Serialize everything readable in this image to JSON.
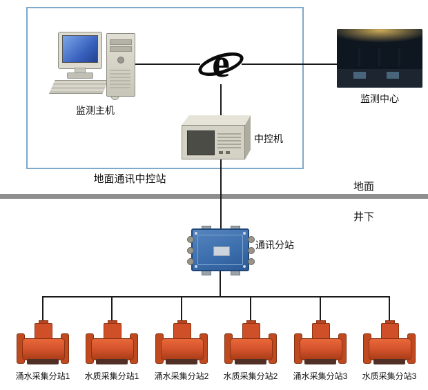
{
  "diagram": {
    "surface_station_label": "地面通讯中控站",
    "zone_surface": "地面",
    "zone_underground": "井下",
    "host_label": "监测主机",
    "center_label": "监测中心",
    "controller_label": "中控机",
    "substation_label": "通讯分站"
  },
  "devices": [
    {
      "label": "涌水采集分站1"
    },
    {
      "label": "水质采集分站1"
    },
    {
      "label": "涌水采集分站2"
    },
    {
      "label": "水质采集分站2"
    },
    {
      "label": "涌水采集分站3"
    },
    {
      "label": "水质采集分站3"
    }
  ],
  "icons": {
    "internet_glyph": "e",
    "internet_icon_name": "internet-e-icon"
  },
  "colors": {
    "diagram_line": "#1a1a1a",
    "surface_box_border": "#7fa8c9",
    "divider_gray": "#8e8e8e",
    "substation_blue": "#3d6fae",
    "device_orange": "#d6552e",
    "screen_blue": "#3a63c0"
  }
}
